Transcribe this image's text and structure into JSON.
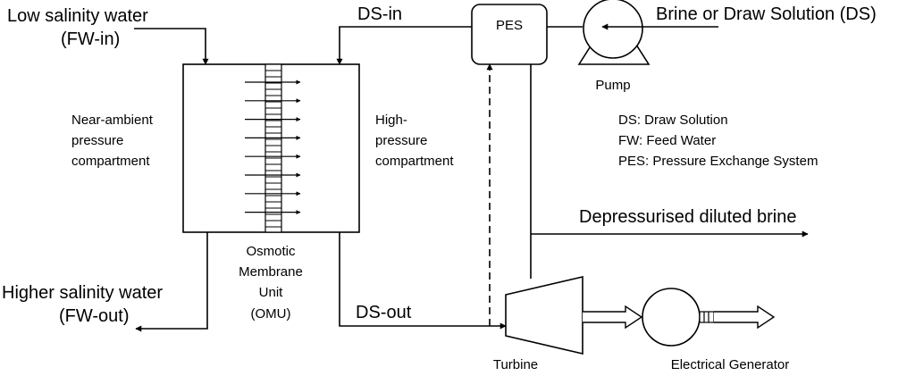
{
  "labels": {
    "low_salinity_line1": "Low salinity water",
    "low_salinity_line2": "(FW-in)",
    "ds_in": "DS-in",
    "pes": "PES",
    "brine_ds": "Brine or Draw Solution (DS)",
    "pump": "Pump",
    "near_ambient_1": "Near-ambient",
    "near_ambient_2": "pressure",
    "near_ambient_3": "compartment",
    "high_pressure_1": "High-",
    "high_pressure_2": "pressure",
    "high_pressure_3": "compartment",
    "depressurised": "Depressurised diluted brine",
    "osmotic_1": "Osmotic",
    "osmotic_2": "Membrane",
    "osmotic_3": "Unit",
    "osmotic_4": "(OMU)",
    "higher_salinity_line1": "Higher salinity water",
    "higher_salinity_line2": "(FW-out)",
    "ds_out": "DS-out",
    "turbine": "Turbine",
    "generator": "Electrical Generator"
  },
  "legend": {
    "ds": "DS: Draw Solution",
    "fw": "FW: Feed Water",
    "pes": "PES: Pressure Exchange System"
  }
}
